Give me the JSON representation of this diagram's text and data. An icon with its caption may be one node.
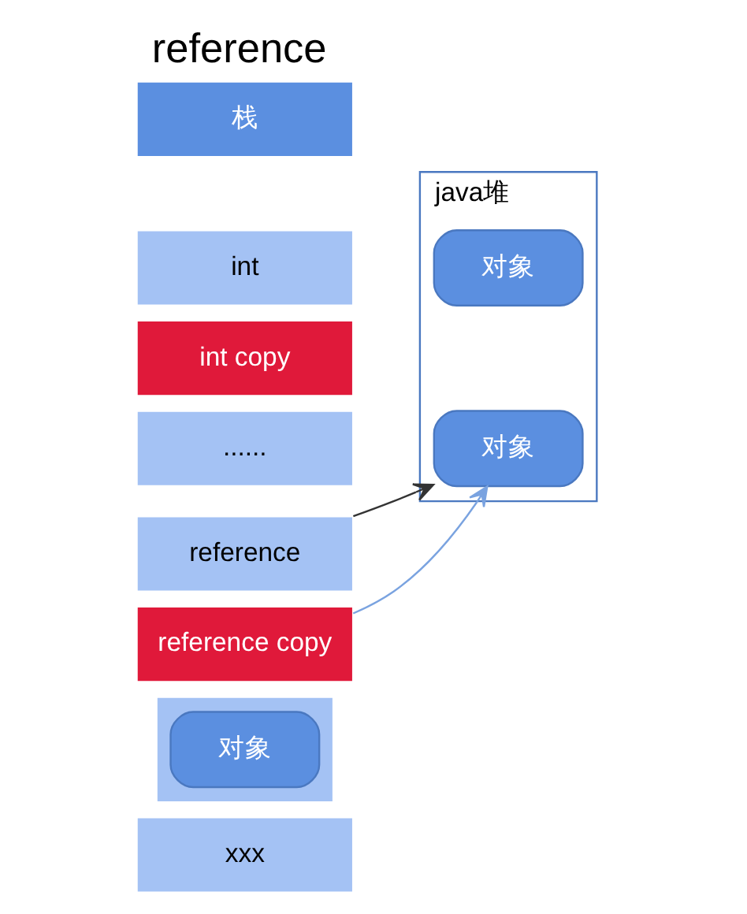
{
  "diagram": {
    "title": "reference",
    "nodes": [
      {
        "text": [
          "栈"
        ]
      },
      {
        "text": [
          "int"
        ]
      },
      {
        "text": [
          "int copy"
        ]
      },
      {
        "text": [
          "......"
        ]
      },
      {
        "text": [
          "reference"
        ]
      },
      {
        "text": [
          "reference copy"
        ]
      },
      {
        "text": [],
        "shape": "box"
      },
      {
        "text": [
          "对象"
        ],
        "in": 6
      },
      {
        "text": [
          "xxx"
        ]
      },
      {
        "text": [
          "java堆"
        ]
      },
      {
        "text": [
          "对象"
        ],
        "in": 9
      },
      {
        "text": [
          "对象"
        ],
        "in": 9
      }
    ],
    "edges": [
      {
        "from": 4,
        "to": 11,
        "arrow": "to",
        "color": "#333333"
      },
      {
        "from": 5,
        "to": 11,
        "arrow": "to",
        "color": "#7aa3e0"
      }
    ]
  }
}
